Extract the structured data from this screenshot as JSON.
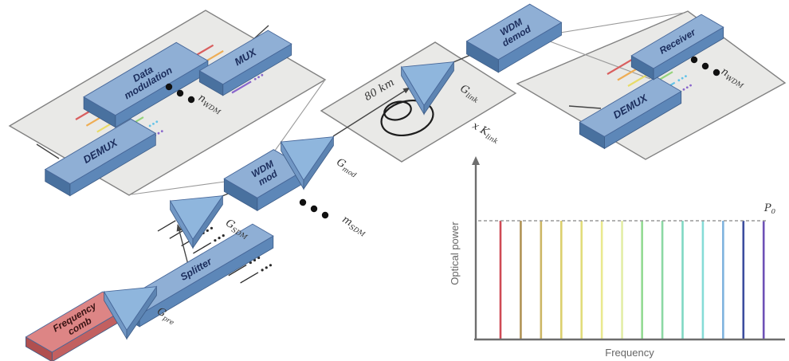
{
  "figure": {
    "title_semantic": "Optical frequency comb WDM/SDM transmission system schematic",
    "blocks": {
      "frequency_comb": {
        "line1": "Frequency",
        "line2": "comb"
      },
      "splitter": {
        "label": "Splitter"
      },
      "wdm_mod": {
        "line1": "WDM",
        "line2": "mod"
      },
      "demux_left": {
        "label": "DEMUX"
      },
      "data_modulation": {
        "line1": "Data",
        "line2": "modulation"
      },
      "mux": {
        "label": "MUX"
      },
      "wdm_demod": {
        "line1": "WDM",
        "line2": "demod"
      },
      "demux_right": {
        "label": "DEMUX"
      },
      "receiver": {
        "label": "Receiver"
      }
    },
    "math_labels": {
      "g_pre": {
        "main": "G",
        "sub": "pre"
      },
      "g_sdm": {
        "main": "G",
        "sub": "SDM"
      },
      "g_mod": {
        "main": "G",
        "sub": "mod"
      },
      "g_link": {
        "main": "G",
        "sub": "link"
      },
      "k_link": {
        "main": "x K",
        "sub": "link"
      },
      "m_sdm": {
        "main": "m",
        "sub": "SDM"
      },
      "n_wdm_left": {
        "main": "n",
        "sub": "WDM"
      },
      "n_wdm_right": {
        "main": "n",
        "sub": "WDM"
      }
    },
    "annotations": {
      "span_label": "80 km"
    },
    "wdm_channel_colors": [
      "#d95f5f",
      "#eead55",
      "#e8dc6a",
      "#96d47c",
      "#63c3e8",
      "#8a67cc"
    ],
    "block_colors": {
      "blue_top": "#8fafd5",
      "blue_front": "#5d87b8",
      "blue_end": "#49719f",
      "red_top": "#dd8585",
      "red_front": "#c26060",
      "red_end": "#b04f4f",
      "panel_fill": "#e9e9e7",
      "panel_stroke": "#818181"
    }
  },
  "chart_data": {
    "type": "line",
    "description": "Optical frequency comb spectrum: equally spaced comb lines all at power level P0",
    "xlabel": "Frequency",
    "ylabel": "Optical power",
    "power_level_label": {
      "main": "P",
      "sub": "0"
    },
    "n_comb_lines": 14,
    "comb_line_colors": [
      "#cf4a55",
      "#b09355",
      "#cdb765",
      "#dcd06e",
      "#e2dd7b",
      "#eae98f",
      "#e3eda6",
      "#93da92",
      "#8cd8a4",
      "#80d8c3",
      "#86dcd7",
      "#7fb3de",
      "#3c4d9e",
      "#6e51b6"
    ],
    "x_positions_rel": [
      0,
      0.077,
      0.154,
      0.231,
      0.308,
      0.385,
      0.462,
      0.538,
      0.615,
      0.692,
      0.769,
      0.846,
      0.923,
      1.0
    ],
    "values": [
      1,
      1,
      1,
      1,
      1,
      1,
      1,
      1,
      1,
      1,
      1,
      1,
      1,
      1
    ],
    "ylim": [
      0,
      1.35
    ],
    "grid": false,
    "power_reference_line": "dashed",
    "legend": null
  }
}
